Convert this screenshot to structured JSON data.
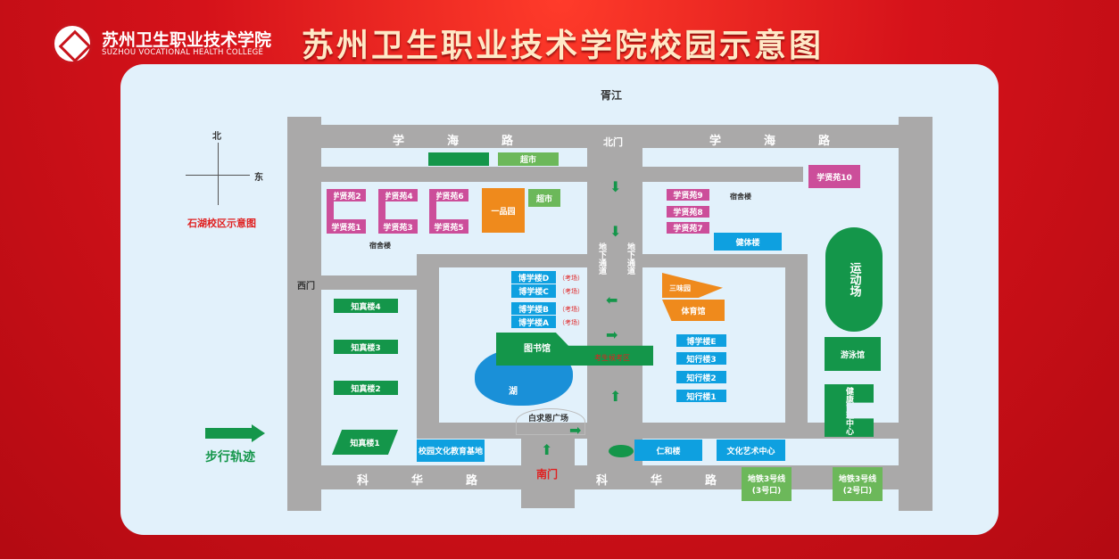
{
  "header": {
    "school_cn": "苏州卫生职业技术学院",
    "school_en": "SUZHOU VOCATIONAL HEALTH COLLEGE",
    "title": "苏州卫生职业技术学院校园示意图"
  },
  "map": {
    "river": "胥江",
    "compass": {
      "north": "北",
      "east": "东"
    },
    "campus_label": "石湖校区示意图",
    "legend": "步行轨迹",
    "roads": {
      "north": [
        "学",
        "海",
        "路"
      ],
      "north_right": [
        "学",
        "海",
        "路"
      ],
      "south": [
        "科",
        "华",
        "路"
      ],
      "south_right": [
        "科",
        "华",
        "路"
      ]
    },
    "gates": {
      "north": "北门",
      "west": "西门",
      "south": "南门"
    },
    "underpass": [
      "地下通道",
      "地下通道"
    ],
    "dorms_left": [
      "学贤苑2",
      "学贤苑4",
      "学贤苑6",
      "学贤苑1",
      "学贤苑3",
      "学贤苑5"
    ],
    "dorm_label": "宿舍楼",
    "dorms_right": [
      "学贤苑9",
      "学贤苑8",
      "学贤苑7"
    ],
    "dorm10": "学贤苑10",
    "supermarket": "超市",
    "supermarket2": "超市",
    "yipin": "一品园",
    "zhizhen": [
      "知真楼4",
      "知真楼3",
      "知真楼2",
      "知真楼1"
    ],
    "boxue": [
      "博学楼D",
      "博学楼C",
      "博学楼B",
      "博学楼A"
    ],
    "exam": "（考场）",
    "library": "图书馆",
    "corridor": "考生候考区",
    "lake": "湖",
    "plaza": "白求恩广场",
    "culture_base": "校园文化教育基地",
    "renhe": "仁和楼",
    "arts": "文化艺术中心",
    "jianti": "健体楼",
    "sanwei": "三味园",
    "gym": "体育馆",
    "right_bldgs": [
      "博学楼E",
      "知行楼3",
      "知行楼2",
      "知行楼1"
    ],
    "stadium": "运动场",
    "pool": "游泳馆",
    "health": "健康管理中心",
    "metro": [
      {
        "l1": "地铁3号线",
        "l2": "(3号口)"
      },
      {
        "l1": "地铁3号线",
        "l2": "(2号口)"
      }
    ]
  },
  "colors": {
    "road": "#aaa9a9",
    "pink": "#cc4e9a",
    "green": "#14964a",
    "blue": "#0ea0e0",
    "orange": "#ef8a1c"
  }
}
